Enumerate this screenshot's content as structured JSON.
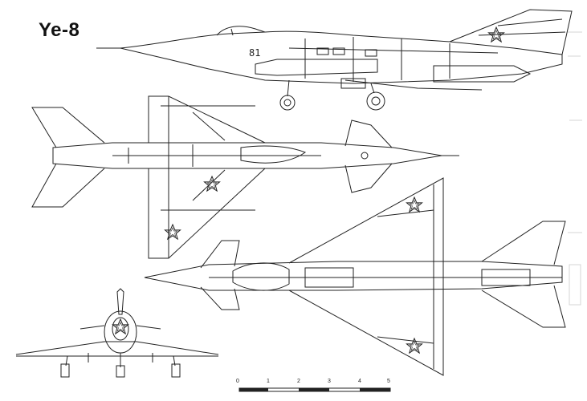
{
  "title": "Ye-8",
  "scale": {
    "ticks": [
      "0",
      "1",
      "2",
      "3",
      "4",
      "5"
    ]
  },
  "colors": {
    "ink": "#222222",
    "paper": "#ffffff",
    "bleed_through": "#c9c9c9"
  },
  "views": [
    "side-view",
    "top-view",
    "bottom-view",
    "front-view"
  ],
  "icons": [
    "red-star-insignia"
  ]
}
